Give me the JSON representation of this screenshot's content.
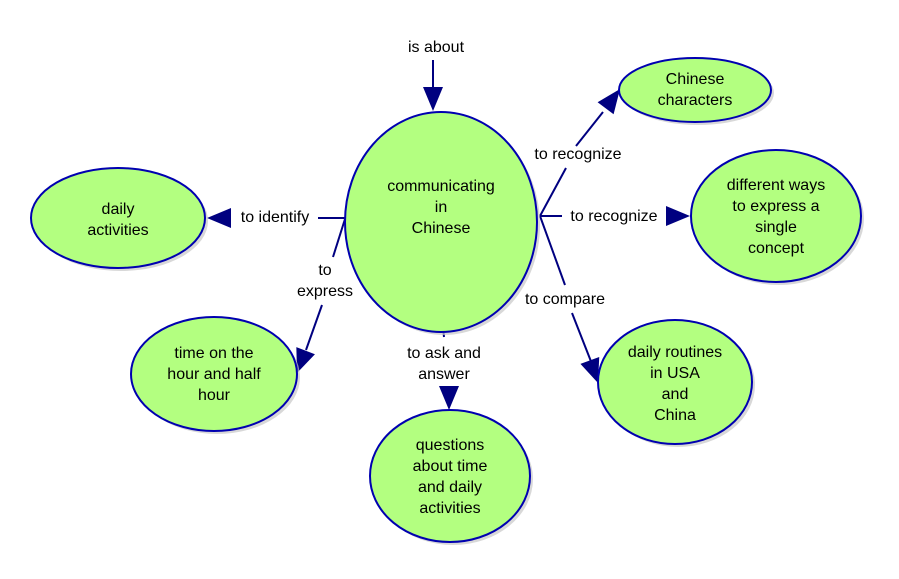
{
  "diagram": {
    "type": "concept-map",
    "colors": {
      "node_fill": "#b3ff80",
      "node_stroke": "#0000b0",
      "link_stroke": "#000080",
      "arrow_fill": "#000080",
      "shadow": "#c8c8c8",
      "text": "#000000"
    },
    "nodes": [
      {
        "id": "center",
        "lines": [
          "communicating",
          "in",
          "Chinese"
        ]
      },
      {
        "id": "chars",
        "lines": [
          "Chinese",
          "characters"
        ]
      },
      {
        "id": "ways",
        "lines": [
          "different ways",
          "to express a",
          "single",
          "concept"
        ]
      },
      {
        "id": "routines",
        "lines": [
          "daily routines",
          "in USA",
          "and",
          "China"
        ]
      },
      {
        "id": "questions",
        "lines": [
          "questions",
          "about time",
          "and daily",
          "activities"
        ]
      },
      {
        "id": "time",
        "lines": [
          "time on the",
          "hour and half",
          "hour"
        ]
      },
      {
        "id": "activities",
        "lines": [
          "daily",
          "activities"
        ]
      }
    ],
    "links": [
      {
        "id": "is-about",
        "from": "(top)",
        "to": "center",
        "lines": [
          "is about"
        ]
      },
      {
        "id": "recognize-chars",
        "from": "center",
        "to": "chars",
        "lines": [
          "to recognize"
        ]
      },
      {
        "id": "recognize-ways",
        "from": "center",
        "to": "ways",
        "lines": [
          "to recognize"
        ]
      },
      {
        "id": "compare",
        "from": "center",
        "to": "routines",
        "lines": [
          "to compare"
        ]
      },
      {
        "id": "ask-answer",
        "from": "center",
        "to": "questions",
        "lines": [
          "to ask and",
          "answer"
        ]
      },
      {
        "id": "express",
        "from": "center",
        "to": "time",
        "lines": [
          "to",
          "express"
        ]
      },
      {
        "id": "identify",
        "from": "center",
        "to": "activities",
        "lines": [
          "to identify"
        ]
      }
    ]
  }
}
